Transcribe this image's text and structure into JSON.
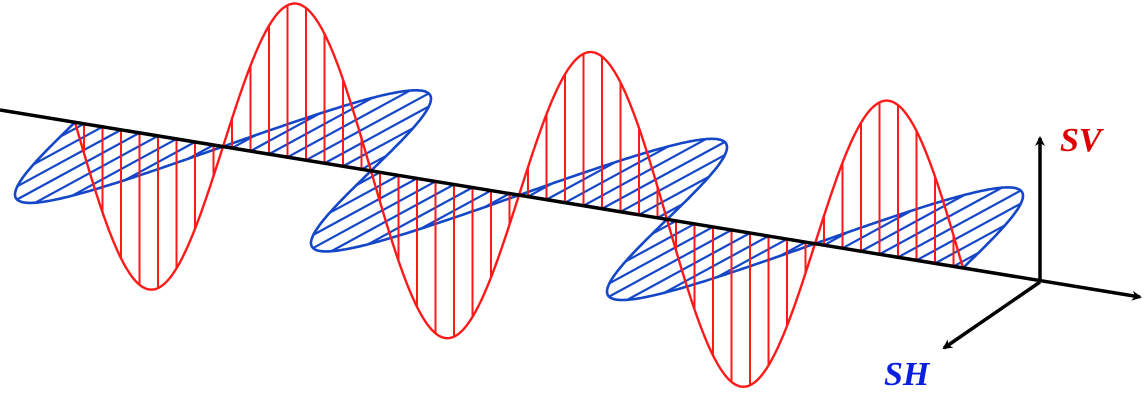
{
  "labels": {
    "sv": "SV",
    "sh": "SH"
  },
  "colors": {
    "sv_wave": "#ff1a1a",
    "sh_wave": "#1446c8",
    "axis": "#000000",
    "sv_label": "#dd0000",
    "sh_label": "#0a1ee0"
  },
  "wave": {
    "half_cycles": 6
  }
}
